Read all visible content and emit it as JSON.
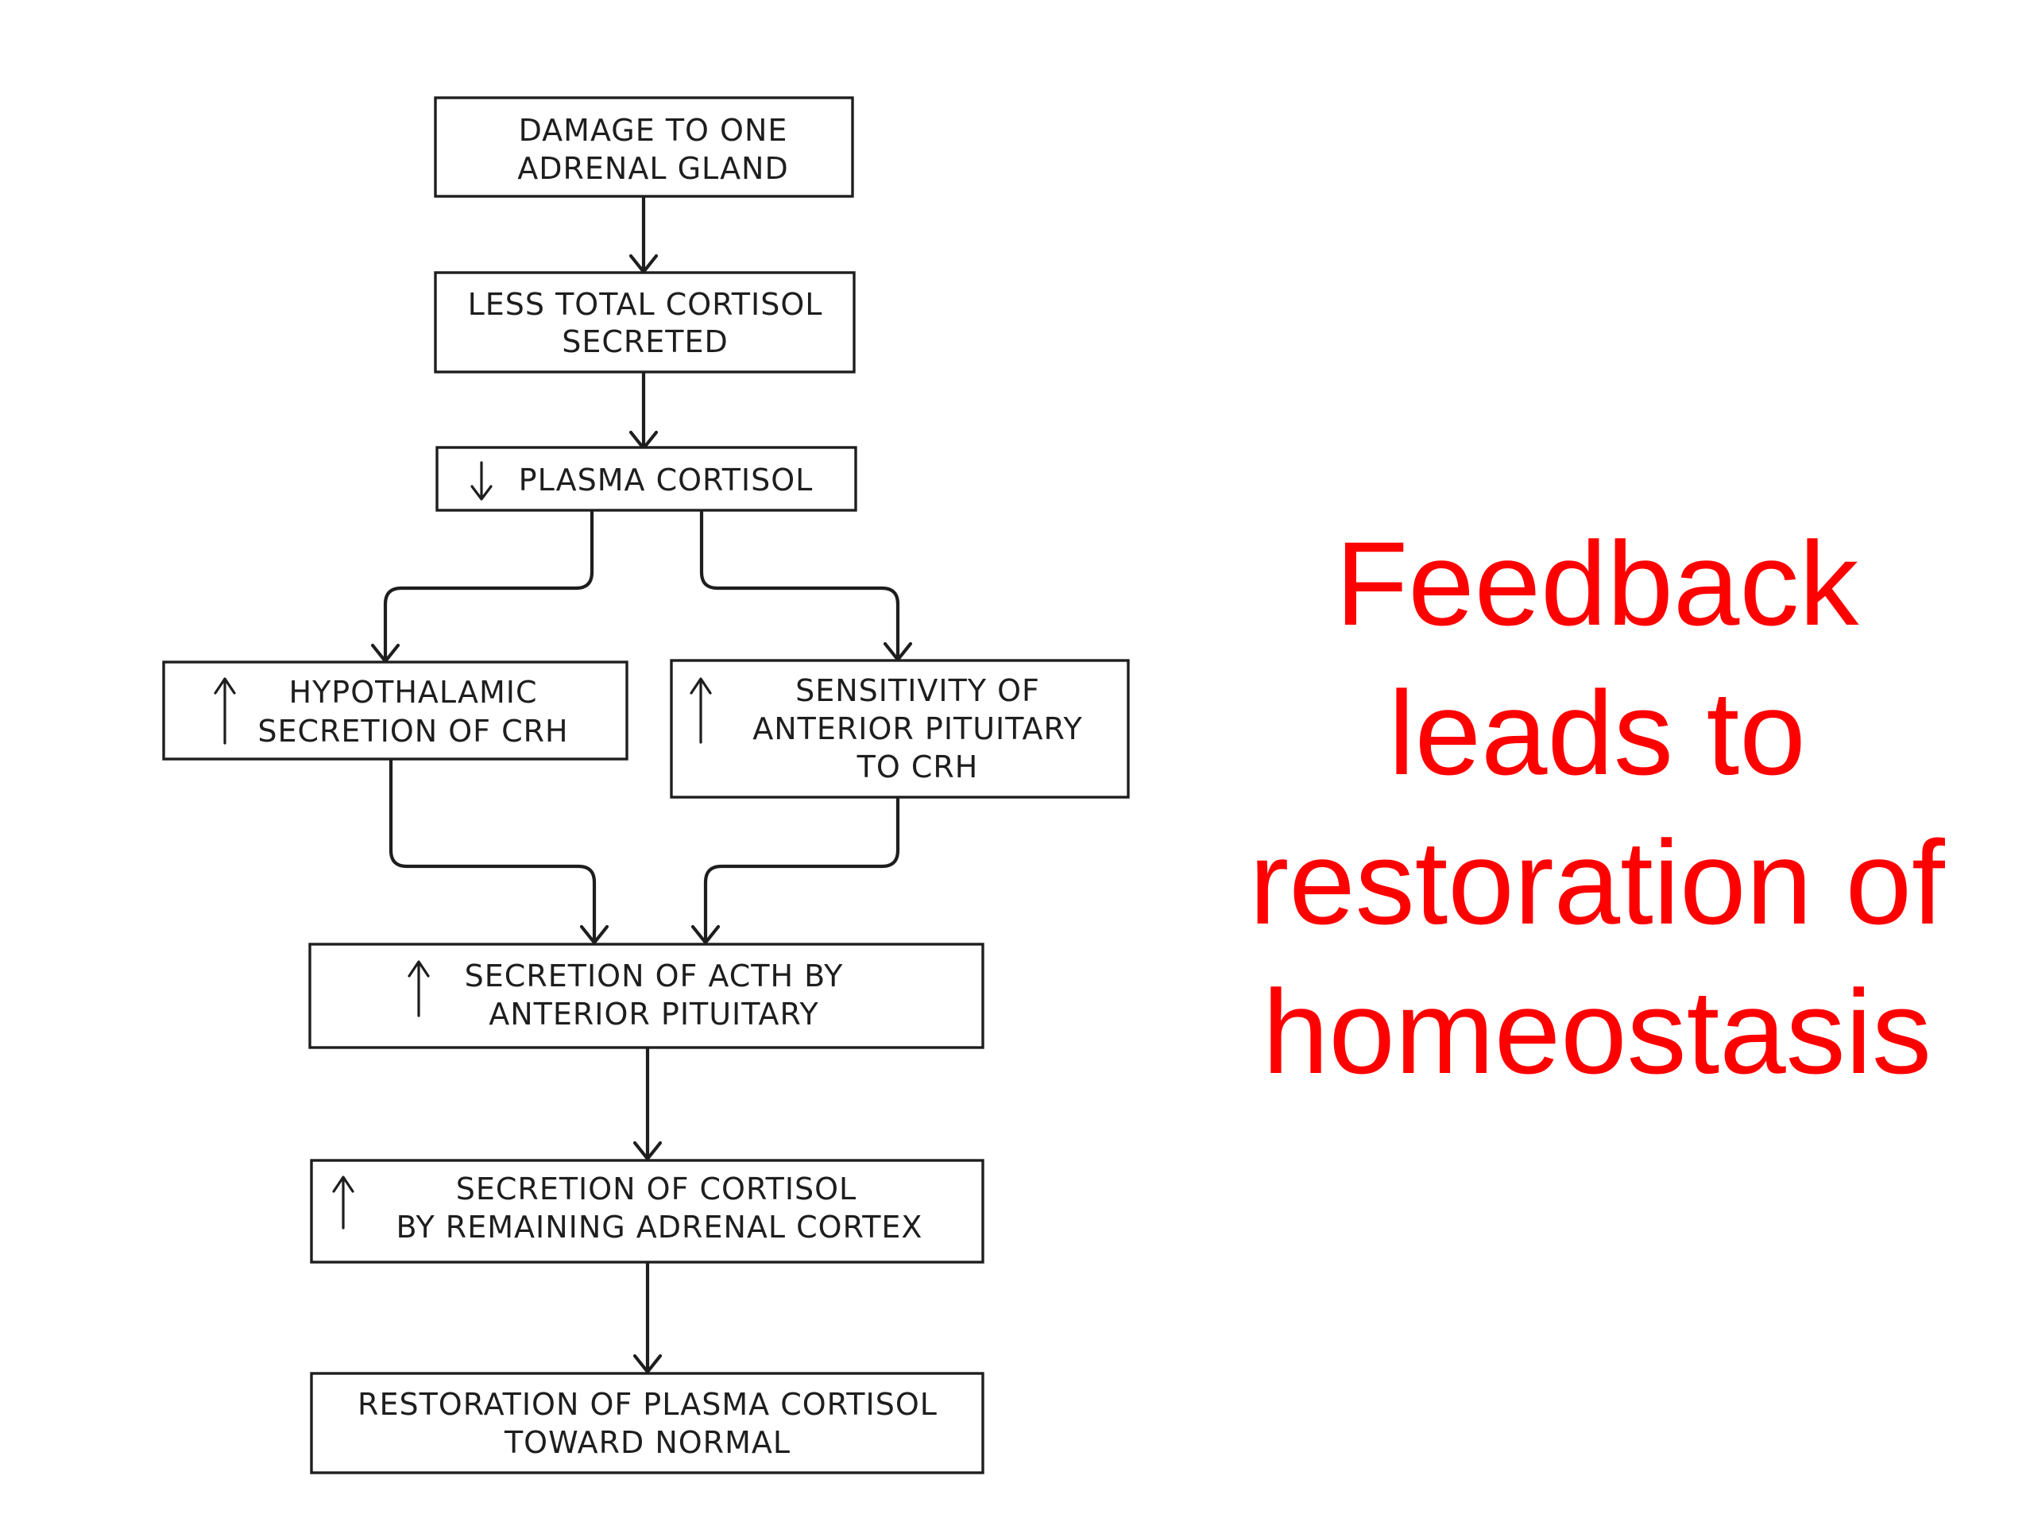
{
  "flowchart": {
    "damage_box": [
      "DAMAGE TO ONE",
      "ADRENAL GLAND"
    ],
    "less_cortisol_box": [
      "LESS TOTAL CORTISOL",
      "SECRETED"
    ],
    "plasma_box": "PLASMA CORTISOL",
    "hypothalamic_box": [
      "HYPOTHALAMIC",
      "SECRETION OF CRH"
    ],
    "sensitivity_box": [
      "SENSITIVITY OF",
      "ANTERIOR PITUITARY",
      "TO CRH"
    ],
    "acth_box": [
      "SECRETION OF ACTH BY",
      "ANTERIOR PITUITARY"
    ],
    "cortisol_secretion_box": [
      "SECRETION OF CORTISOL",
      "BY REMAINING ADRENAL CORTEX"
    ],
    "restoration_box": [
      "RESTORATION OF PLASMA CORTISOL",
      "TOWARD NORMAL"
    ]
  },
  "slide_title": [
    "Feedback",
    "leads to",
    "restoration of",
    "homeostasis"
  ],
  "colors": {
    "title": "#ff0000",
    "diagram_ink": "#1e1e1e"
  }
}
